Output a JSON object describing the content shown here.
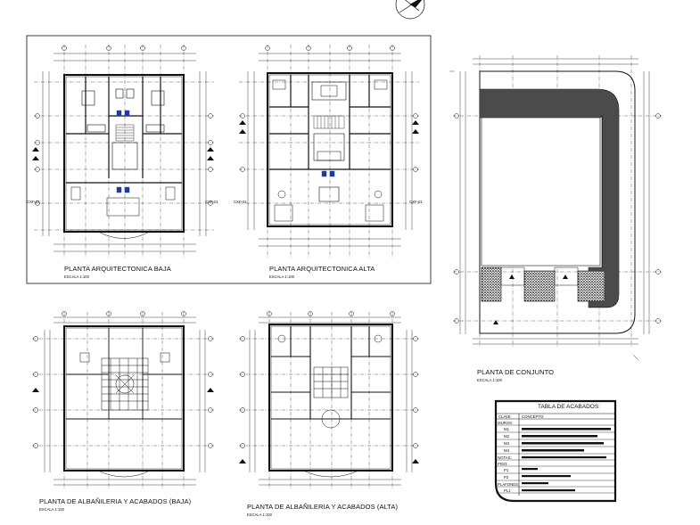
{
  "drawing": {
    "frame_label": "Architectural floor plans sheet",
    "plans": [
      {
        "id": "planta-baja",
        "title": "PLANTA ARQUITECTONICA BAJA",
        "scale": "ESCALA 1:100",
        "axis_label_left": "CXF-01",
        "axis_label_right": "CXF-01"
      },
      {
        "id": "planta-alta",
        "title": "PLANTA ARQUITECTONICA ALTA",
        "scale": "ESCALA 1:100",
        "axis_label_left": "CXF-01",
        "axis_label_right": "CXF-01"
      },
      {
        "id": "planta-conjunto",
        "title": "PLANTA DE CONJUNTO",
        "scale": "ESCALA 1:100"
      },
      {
        "id": "albanileria-baja",
        "title": "PLANTA DE ALBAÑILERIA Y ACABADOS (BAJA)",
        "scale": "ESCALA 1:100"
      },
      {
        "id": "albanileria-alta",
        "title": "PLANTA DE ALBAÑILERIA Y ACABADOS (ALTA)",
        "scale": "ESCALA 1:100"
      }
    ],
    "finishes_table": {
      "title": "TABLA DE ACABADOS:",
      "col_clave": "CLAVE",
      "col_concepto": "CONCEPTO:",
      "rows": [
        {
          "label": "MUROS:",
          "kind": "section"
        },
        {
          "label": "M1",
          "kind": "item"
        },
        {
          "label": "M2",
          "kind": "item"
        },
        {
          "label": "M3",
          "kind": "item"
        },
        {
          "label": "M4",
          "kind": "item"
        },
        {
          "label": "NOTAS:",
          "kind": "section"
        },
        {
          "label": "PISO:",
          "kind": "section"
        },
        {
          "label": "P1",
          "kind": "item"
        },
        {
          "label": "P2",
          "kind": "item"
        },
        {
          "label": "PLAFONES:",
          "kind": "section"
        },
        {
          "label": "PL1",
          "kind": "item"
        }
      ]
    }
  }
}
